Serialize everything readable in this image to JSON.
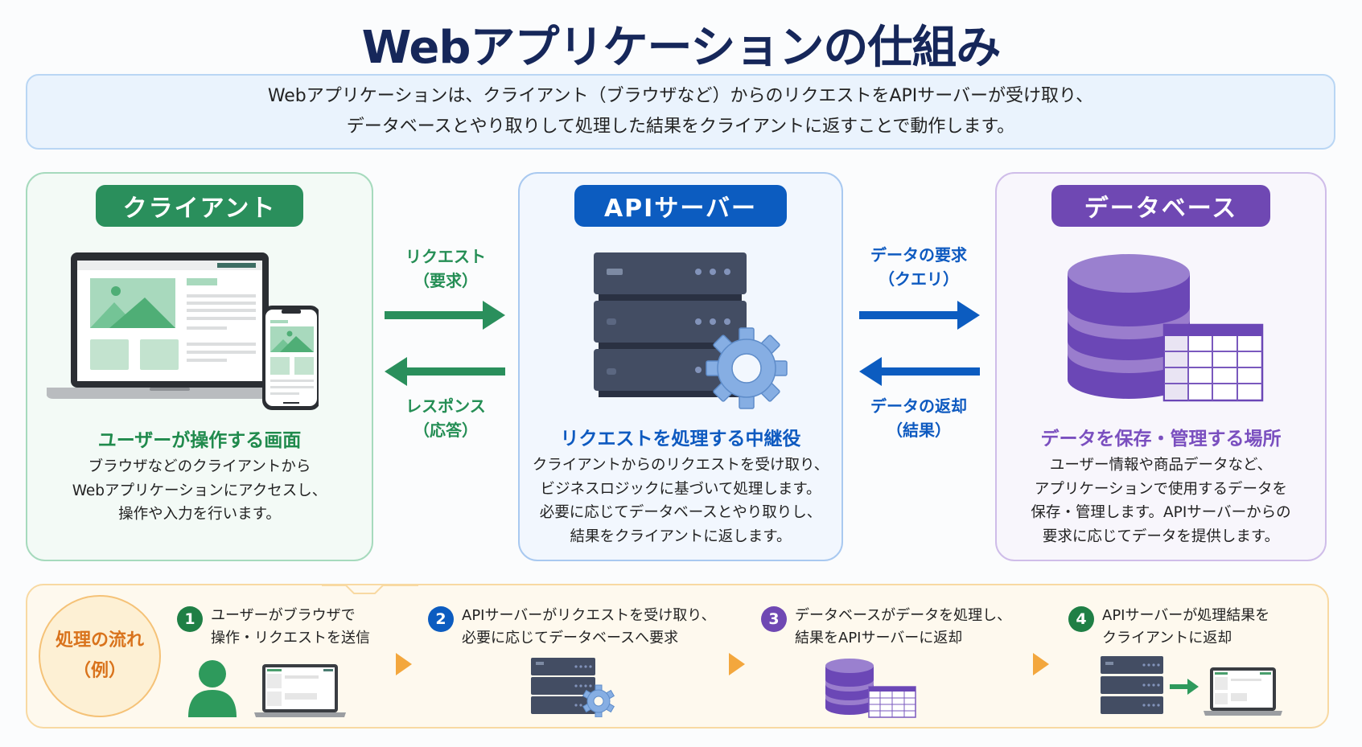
{
  "title": "Webアプリケーションの仕組み",
  "intro": {
    "lines": [
      "Webアプリケーションは、クライアント（ブラウザなど）からのリクエストをAPIサーバーが受け取り、",
      "データベースとやり取りして処理した結果をクライアントに返すことで動作します。"
    ]
  },
  "panels": {
    "client": {
      "label": "クライアント",
      "subtitle": "ユーザーが操作する画面",
      "desc": [
        "ブラウザなどのクライアントから",
        "Webアプリケーションにアクセスし、",
        "操作や入力を行います。"
      ],
      "icon": "laptop-and-smartphone",
      "color": "#2a8f5c"
    },
    "api": {
      "label": "APIサーバー",
      "subtitle": "リクエストを処理する中継役",
      "desc": [
        "クライアントからのリクエストを受け取り、",
        "ビジネスロジックに基づいて処理します。",
        "必要に応じてデータベースとやり取りし、",
        "結果をクライアントに返します。"
      ],
      "icon": "server-with-gear",
      "color": "#0c5cc0"
    },
    "db": {
      "label": "データベース",
      "subtitle": "データを保存・管理する場所",
      "desc": [
        "ユーザー情報や商品データなど、",
        "アプリケーションで使用するデータを",
        "保存・管理します。APIサーバーからの",
        "要求に応じてデータを提供します。"
      ],
      "icon": "database-with-table",
      "color": "#6f48b3"
    }
  },
  "flows": {
    "request": {
      "line1": "リクエスト",
      "line2": "（要求）",
      "direction": "right",
      "color": "#2a8f5c"
    },
    "response": {
      "line1": "レスポンス",
      "line2": "（応答）",
      "direction": "left",
      "color": "#2a8f5c"
    },
    "query": {
      "line1": "データの要求",
      "line2": "（クエリ）",
      "direction": "right",
      "color": "#0c5cc0"
    },
    "result": {
      "line1": "データの返却",
      "line2": "（結果）",
      "direction": "left",
      "color": "#0c5cc0"
    }
  },
  "process": {
    "heading_line1": "処理の流れ",
    "heading_line2": "（例）",
    "steps": [
      {
        "num": "1",
        "line1": "ユーザーがブラウザで",
        "line2": "操作・リクエストを送信",
        "color": "#1f7f45",
        "icons": [
          "user-icon",
          "laptop-icon"
        ]
      },
      {
        "num": "2",
        "line1": "APIサーバーがリクエストを受け取り、",
        "line2": "必要に応じてデータベースへ要求",
        "color": "#0c5cc0",
        "icons": [
          "server-gear-icon"
        ]
      },
      {
        "num": "3",
        "line1": "データベースがデータを処理し、",
        "line2": "結果をAPIサーバーに返却",
        "color": "#6f48b3",
        "icons": [
          "database-icon"
        ]
      },
      {
        "num": "4",
        "line1": "APIサーバーが処理結果を",
        "line2": "クライアントに返却",
        "color": "#1f7f45",
        "icons": [
          "server-icon",
          "arrow-right-icon",
          "laptop-icon"
        ]
      }
    ]
  }
}
